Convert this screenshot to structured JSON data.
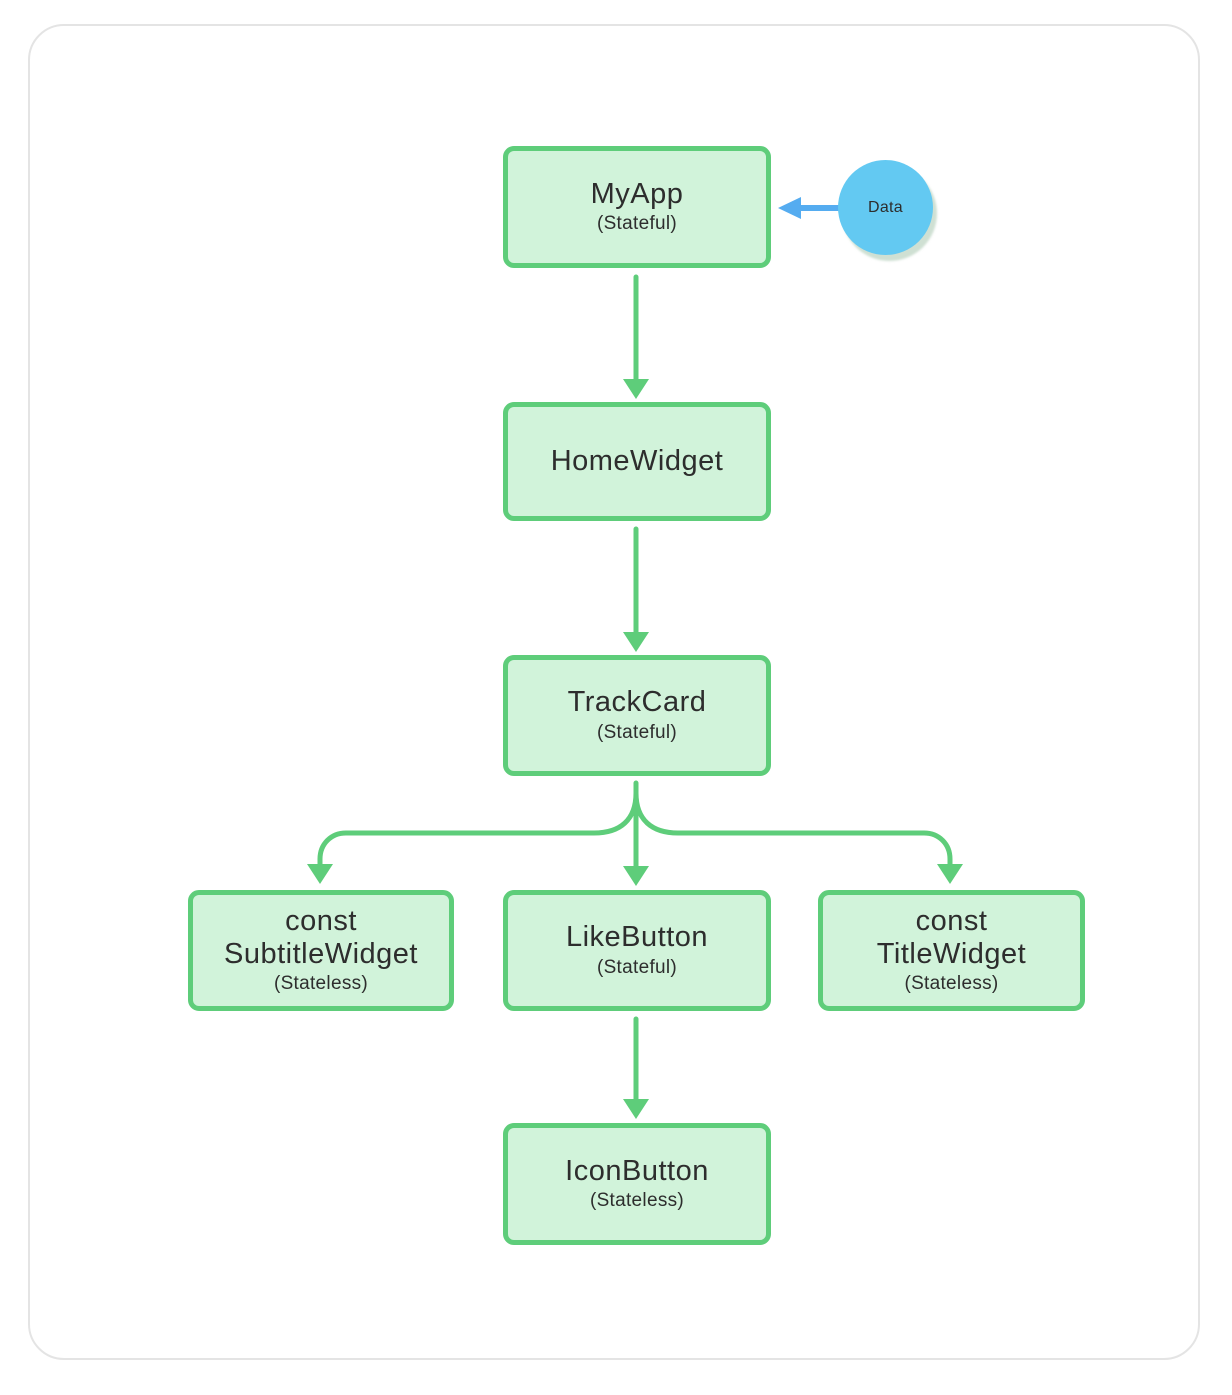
{
  "colors": {
    "page-bg": "#ffffff",
    "container-border": "#e4e4e4",
    "node-border": "#5ecd7a",
    "node-fill": "#d1f3da",
    "arrow-green": "#5ecd7a",
    "bubble-fill": "#63c9f2",
    "arrow-blue": "#55acf0",
    "text": "#2d2d2d"
  },
  "diagram": {
    "nodes": [
      {
        "id": "myapp",
        "label": "MyApp",
        "sublabel": "(Stateful)"
      },
      {
        "id": "homewidget",
        "label": "HomeWidget",
        "sublabel": ""
      },
      {
        "id": "trackcard",
        "label": "TrackCard",
        "sublabel": "(Stateful)"
      },
      {
        "id": "subtitlewidget",
        "label": "const\nSubtitleWidget",
        "sublabel": "(Stateless)"
      },
      {
        "id": "likebutton",
        "label": "LikeButton",
        "sublabel": "(Stateful)"
      },
      {
        "id": "titlewidget",
        "label": "const\nTitleWidget",
        "sublabel": "(Stateless)"
      },
      {
        "id": "iconbutton",
        "label": "IconButton",
        "sublabel": "(Stateless)"
      }
    ],
    "bubble": {
      "label": "Data"
    }
  }
}
